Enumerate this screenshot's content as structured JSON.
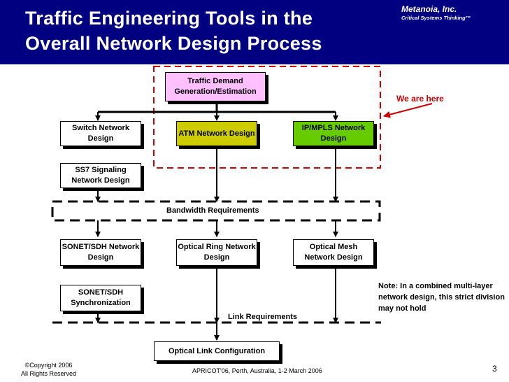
{
  "header": {
    "title_line1": "Traffic Engineering Tools in the",
    "title_line2": "Overall Network Design Process",
    "company": "Metanoia, Inc.",
    "tagline": "Critical Systems Thinking™"
  },
  "diagram": {
    "traffic_demand": "Traffic Demand Generation/Estimation",
    "switch_network": "Switch Network Design",
    "atm_network": "ATM Network Design",
    "ipmpls_network": "IP/MPLS Network Design",
    "ss7": "SS7 Signaling Network Design",
    "bandwidth_requirements": "Bandwidth Requirements",
    "sonet_network": "SONET/SDH Network Design",
    "optical_ring": "Optical Ring Network Design",
    "optical_mesh": "Optical Mesh Network Design",
    "sonet_sync": "SONET/SDH Synchronization",
    "link_requirements": "Link Requirements",
    "optical_link_config": "Optical Link Configuration",
    "we_are_here": "We are here",
    "note": "Note: In a combined multi-layer network design, this strict division may not hold"
  },
  "colors": {
    "header_bg": "#000080",
    "traffic_demand_fill": "#ffc0ff",
    "atm_fill": "#cccc00",
    "ipmpls_fill": "#66cc00",
    "highlight_red": "#cc0000"
  },
  "footer": {
    "copyright": "©Copyright 2006",
    "rights": "All Rights Reserved",
    "event": "APRICOT'06, Perth, Australia, 1-2 March 2006",
    "page_number": "3"
  }
}
